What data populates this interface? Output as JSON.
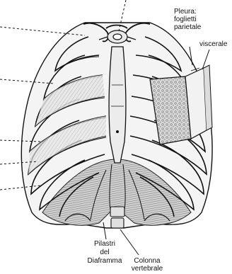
{
  "labels": {
    "pleura_line1": "Pleura:",
    "pleura_line2": "foglietti",
    "pleura_line3": "parietale",
    "viscerale": "viscerale",
    "pilastri_line1": "Pilastri",
    "pilastri_line2": "del",
    "pilastri_line3": "Diaframma",
    "colonna_line1": "Colonna",
    "colonna_line2": "vertebrale"
  },
  "colors": {
    "ink": "#111111",
    "paper": "#ffffff",
    "shade": "#bdbdbd",
    "lung_texture": "#8a8a8a"
  }
}
